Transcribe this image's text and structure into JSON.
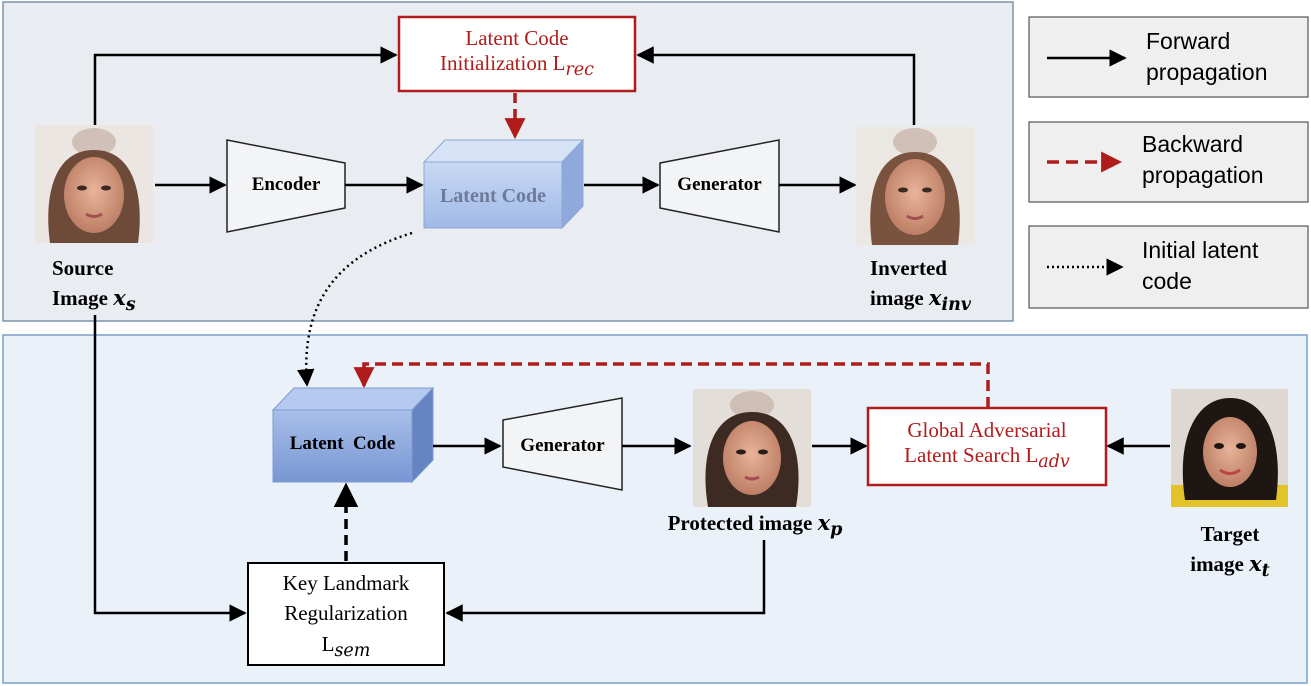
{
  "colors": {
    "top_panel_bg": "#e9ecf1",
    "top_panel_border": "#7b93ad",
    "bottom_panel_bg": "#eaf1f9",
    "bottom_panel_border": "#7b9fc8",
    "red_accent": "#b01c1c",
    "latent_front": "#b9cdef",
    "latent_front_dark": "#7a98d2"
  },
  "top": {
    "source_label_line1": "Source",
    "source_label_line2": "Image",
    "source_symbol": "x",
    "source_sub": "s",
    "encoder_label": "Encoder",
    "latent_code_label": "Latent Code",
    "generator_label": "Generator",
    "inverted_label_line1": "Inverted",
    "inverted_label_line2": "image",
    "inverted_symbol": "x",
    "inverted_sub": "inv",
    "init_line1": "Latent Code",
    "init_line2": "Initialization L",
    "init_sub": "rec"
  },
  "bottom": {
    "latent_code_label": "Latent  Code",
    "generator_label": "Generator",
    "protected_label": "Protected image",
    "protected_symbol": "x",
    "protected_sub": "p",
    "global_line1": "Global Adversarial",
    "global_line2": "Latent Search L",
    "global_sub": "adv",
    "target_line1": "Target",
    "target_line2": "image",
    "target_symbol": "x",
    "target_sub": "t",
    "key_line1": "Key Landmark",
    "key_line2": "Regularization",
    "key_line3": "L",
    "key_sub": "sem"
  },
  "legend": {
    "forward_line1": "Forward",
    "forward_line2": "propagation",
    "backward_line1": "Backward",
    "backward_line2": "propagation",
    "initial_line1": "Initial latent",
    "initial_line2": "code"
  }
}
